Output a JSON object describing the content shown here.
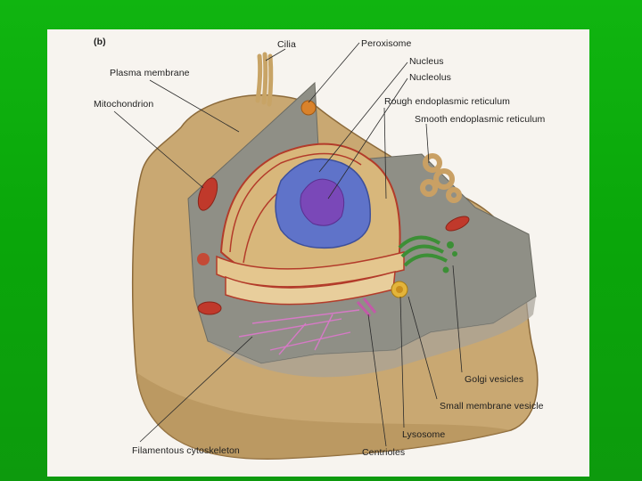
{
  "figure": {
    "panel_label": "(b)",
    "labels": {
      "cilia": "Cilia",
      "peroxisome": "Peroxisome",
      "nucleus": "Nucleus",
      "nucleolus": "Nucleolus",
      "plasma_membrane": "Plasma membrane",
      "mitochondrion": "Mitochondrion",
      "rough_er": "Rough endoplasmic reticulum",
      "smooth_er": "Smooth endoplasmic reticulum",
      "golgi_vesicles": "Golgi vesicles",
      "small_membrane_vesicle": "Small membrane vesicle",
      "lysosome": "Lysosome",
      "filamentous_cytoskeleton": "Filamentous cytoskeleton",
      "centrioles": "Centrioles"
    }
  },
  "colors": {
    "background_green": "#0aa60a",
    "cell_tan": "#c9a872",
    "cytoplasm_grey": "#8f8f86",
    "nucleus_blue": "#5f73c9",
    "nucleolus_purple": "#7a48b8",
    "golgi_green": "#3c8f36",
    "organelle_red": "#c0392b"
  }
}
